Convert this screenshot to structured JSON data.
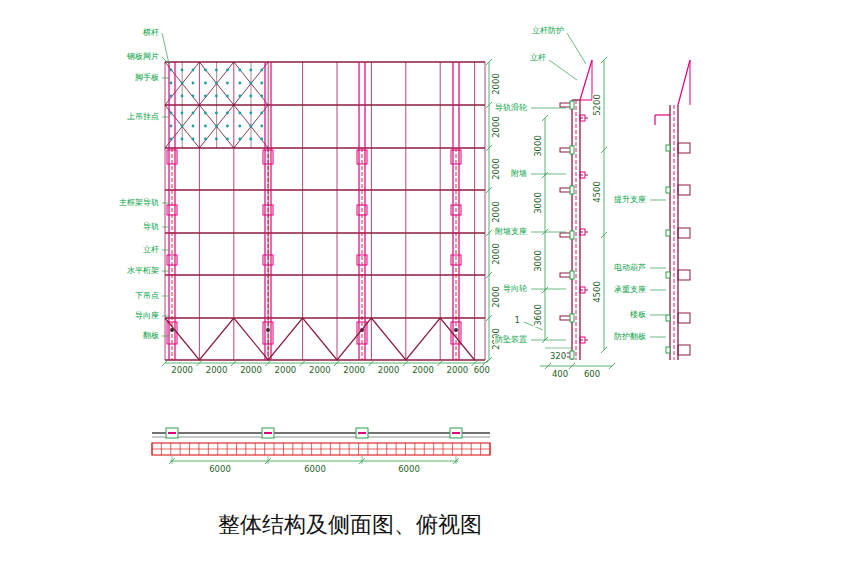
{
  "diagram": {
    "caption": "整体结构及侧面图、俯视图",
    "labels": [
      "横杆",
      "钢板网片",
      "脚手板",
      "上吊挂点",
      "主框架导轨",
      "导轨",
      "立杆",
      "水平桁架",
      "下吊点",
      "导向座",
      "翻板",
      "2000",
      "2000",
      "2000",
      "2000",
      "2000",
      "2000",
      "2000",
      "2000",
      "2000",
      "2000",
      "2000",
      "2000",
      "2000",
      "2000",
      "2000",
      "2000",
      "600",
      "立杆防护",
      "立杆",
      "导轨滑轮",
      "附墙",
      "附墙支座",
      "导向轮",
      "防坠装置",
      "5200",
      "4500",
      "4500",
      "3000",
      "3000",
      "3000",
      "3600",
      "320",
      "400",
      "600",
      "1",
      "提升支座",
      "电动葫芦",
      "承重支座",
      "楼板",
      "防护翻板",
      "6000",
      "6000",
      "6000"
    ]
  }
}
